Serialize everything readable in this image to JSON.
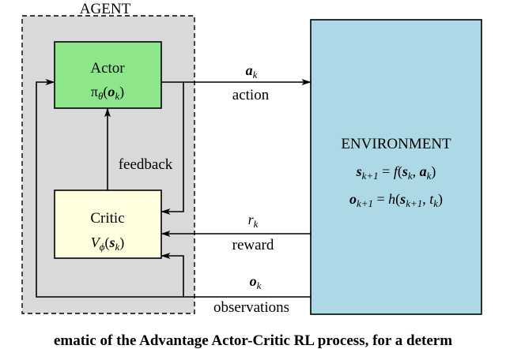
{
  "agent": {
    "title": "AGENT"
  },
  "actor": {
    "title": "Actor",
    "formula": "πθ(ok)"
  },
  "critic": {
    "title": "Critic",
    "formula": "Vϕ(sk)"
  },
  "environment": {
    "title": "ENVIRONMENT",
    "eq1": "sk+1 = f(sk, ak)",
    "eq2": "ok+1 = h(sk+1, tk)"
  },
  "edges": {
    "action_symbol": "ak",
    "action_label": "action",
    "feedback_label": "feedback",
    "reward_symbol": "rk",
    "reward_label": "reward",
    "obs_symbol": "ok",
    "obs_label": "observations"
  },
  "caption": "ematic of the Advantage Actor-Critic RL process, for a determ",
  "colors": {
    "agent_fill": "#d9d9d9",
    "actor_fill": "#8ee68a",
    "critic_fill": "#ffffe0",
    "environment_fill": "#add8e6"
  }
}
